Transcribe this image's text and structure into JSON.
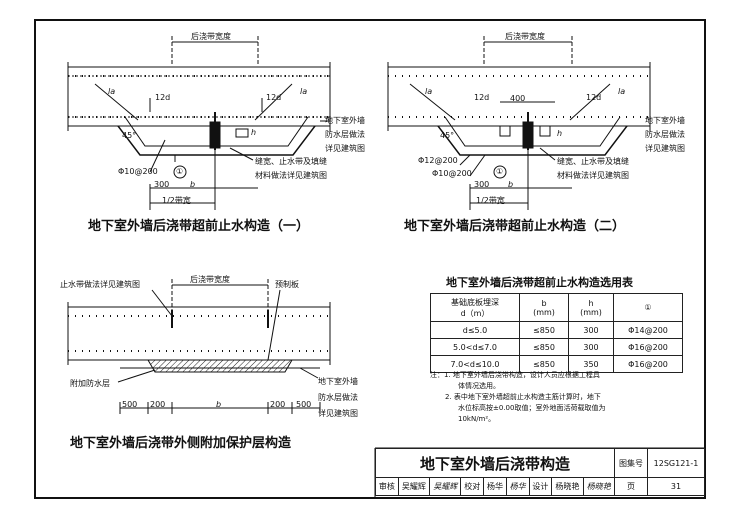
{
  "figure1": {
    "title": "地下室外墙后浇带超前止水构造（一）",
    "band_width": "后浇带宽度",
    "la_left": "la",
    "la_right": "la",
    "dim_12d_left": "12d",
    "dim_12d_right": "12d",
    "angle": "45°",
    "h": "h",
    "rebar": "Φ10@200",
    "circle_ref": "①",
    "dim_300": "300",
    "dim_b": "b",
    "half_band": "1/2带宽",
    "note_joint": [
      "缝宽、止水带及填缝",
      "材料做法详见建筑图"
    ],
    "label_wall": [
      "地下室外墙",
      "防水层做法",
      "详见建筑图"
    ]
  },
  "figure2": {
    "title": "地下室外墙后浇带超前止水构造（二）",
    "band_width": "后浇带宽度",
    "la_left": "la",
    "la_right": "la",
    "dim_12d_left": "12d",
    "dim_12d_right": "12d",
    "dim_400": "400",
    "angle": "45°",
    "h": "h",
    "rebar_a": "Φ12@200",
    "rebar_b": "Φ10@200",
    "circle_ref": "①",
    "dim_300": "300",
    "dim_b": "b",
    "half_band": "1/2带宽",
    "note_joint": [
      "缝宽、止水带及填缝",
      "材料做法详见建筑图"
    ],
    "label_wall": [
      "地下室外墙",
      "防水层做法",
      "详见建筑图"
    ]
  },
  "figure3": {
    "title": "地下室外墙后浇带外侧附加保护层构造",
    "band_width": "后浇带宽度",
    "label_waterstop": "止水带做法详见建筑图",
    "label_precast": "预制板",
    "label_extra": "附加防水层",
    "dims": [
      "500",
      "200",
      "b",
      "200",
      "500"
    ],
    "label_wall": [
      "地下室外墙",
      "防水层做法",
      "详见建筑图"
    ]
  },
  "selection_table": {
    "title": "地下室外墙后浇带超前止水构造选用表",
    "headers": {
      "depth": [
        "基础底板埋深",
        "d（m）"
      ],
      "b": [
        "b",
        "(mm)"
      ],
      "h": [
        "h",
        "(mm)"
      ],
      "ref": "①"
    },
    "rows": [
      {
        "d": "d≤5.0",
        "b": "≤850",
        "h": "300",
        "bar": "Φ14@200"
      },
      {
        "d": "5.0<d≤7.0",
        "b": "≤850",
        "h": "300",
        "bar": "Φ16@200"
      },
      {
        "d": "7.0<d≤10.0",
        "b": "≤850",
        "h": "350",
        "bar": "Φ16@200"
      }
    ],
    "notes": [
      "注：1. 地下室外墙后浇带构造，设计人员应根据工程具",
      "体情况选用。",
      "2. 表中地下室外墙超前止水构造主筋计算时，地下",
      "水位标高按±0.00取值；室外地面活荷载取值为",
      "10kN/m²。"
    ]
  },
  "title_block": {
    "title": "地下室外墙后浇带构造",
    "atlas_label": "图集号",
    "atlas_no": "12SG121-1",
    "review_label": "审核",
    "reviewer": "吴耀辉",
    "review_sig": "吴耀辉",
    "check_label": "校对",
    "checker": "杨华",
    "check_sig": "杨华",
    "design_label": "设计",
    "designer": "杨晓艳",
    "design_sig": "杨晓艳",
    "page_label": "页",
    "page_no": "31"
  }
}
